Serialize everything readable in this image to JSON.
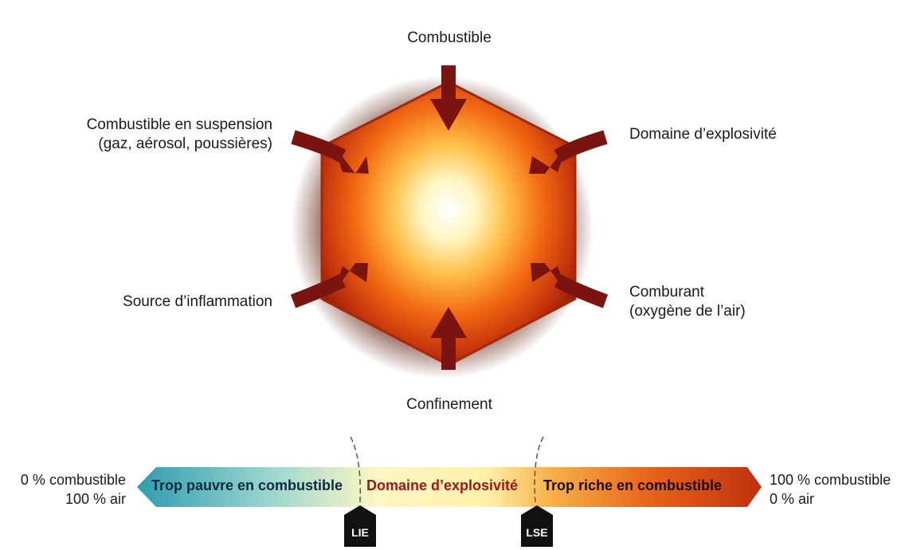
{
  "labels": {
    "top": "Combustible",
    "top_left": "Combustible en suspension\n(gaz, aérosol, poussières)",
    "top_right": "Domaine d’explosivité",
    "bottom_left": "Source d’inflammation",
    "bottom_right": "Comburant\n(oxygène de l’air)",
    "bottom": "Confinement"
  },
  "scale": {
    "left_top": "0 % combustible",
    "left_bottom": "100 % air",
    "right_top": "100 % combustible",
    "right_bottom": "0 % air",
    "segments": [
      {
        "text": "Trop pauvre en combustible",
        "color": "#0b2a3d"
      },
      {
        "text": "Domaine d’explosivité",
        "color": "#a4151a"
      },
      {
        "text": "Trop riche en combustible",
        "color": "#1a0a05"
      }
    ],
    "markers": [
      "LIE",
      "LSE"
    ]
  },
  "colors": {
    "arrow": "#7a1410",
    "gradient_left": "#2f9db0",
    "gradient_mid": "#fff7c8",
    "gradient_right": "#c9360e"
  }
}
